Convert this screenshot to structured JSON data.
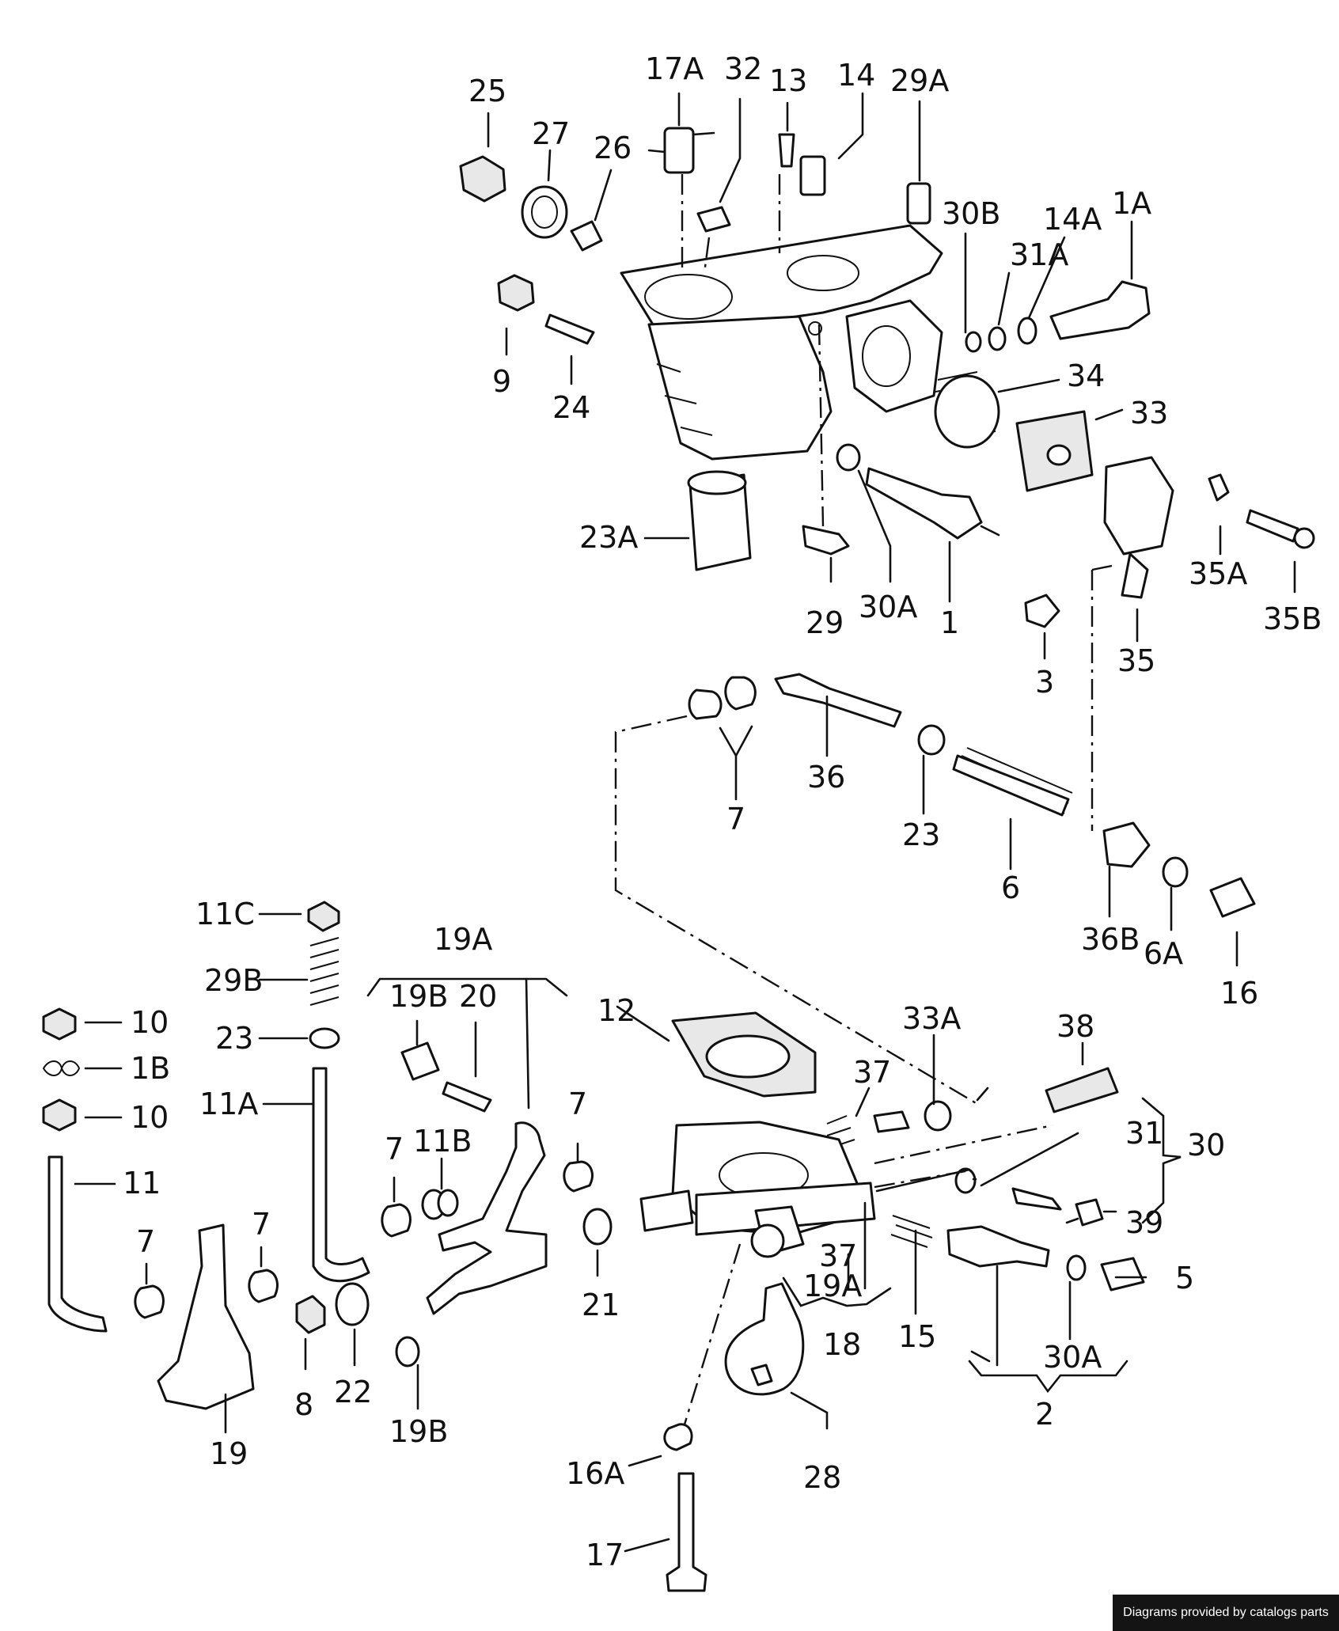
{
  "labels": {
    "l25": "25",
    "l27": "27",
    "l26": "26",
    "l17a": "17A",
    "l32": "32",
    "l13": "13",
    "l14": "14",
    "l29a": "29A",
    "l30b": "30B",
    "l31a": "31A",
    "l14a": "14A",
    "l1a": "1A",
    "l9": "9",
    "l24": "24",
    "l34": "34",
    "l33": "33",
    "l23a": "23A",
    "l29": "29",
    "l30a_top": "30A",
    "l1": "1",
    "l35a": "35A",
    "l35b": "35B",
    "l35": "35",
    "l3": "3",
    "l36": "36",
    "l7_top": "7",
    "l23_mid": "23",
    "l6": "6",
    "l36b": "36B",
    "l6a": "6A",
    "l16": "16",
    "l11c": "11C",
    "l29b": "29B",
    "l23_left": "23",
    "l10_a": "10",
    "l1b": "1B",
    "l10_b": "10",
    "l11a": "11A",
    "l11": "11",
    "l19a_top": "19A",
    "l19b_top": "19B",
    "l20": "20",
    "l12": "12",
    "l33a": "33A",
    "l38": "38",
    "l37_top": "37",
    "l7_mid": "7",
    "l11b": "11B",
    "l7_b": "7",
    "l31": "31",
    "l30": "30",
    "l39": "39",
    "l21": "21",
    "l7_c": "7",
    "l7_d": "7",
    "l37_low": "37",
    "l19a_low": "19A",
    "l5": "5",
    "l15": "15",
    "l18": "18",
    "l30a_low": "30A",
    "l8": "8",
    "l22": "22",
    "l19b_low": "19B",
    "l19": "19",
    "l2": "2",
    "l28": "28",
    "l16a": "16A",
    "l17": "17"
  },
  "credit": "Diagrams provided by catalogs parts"
}
